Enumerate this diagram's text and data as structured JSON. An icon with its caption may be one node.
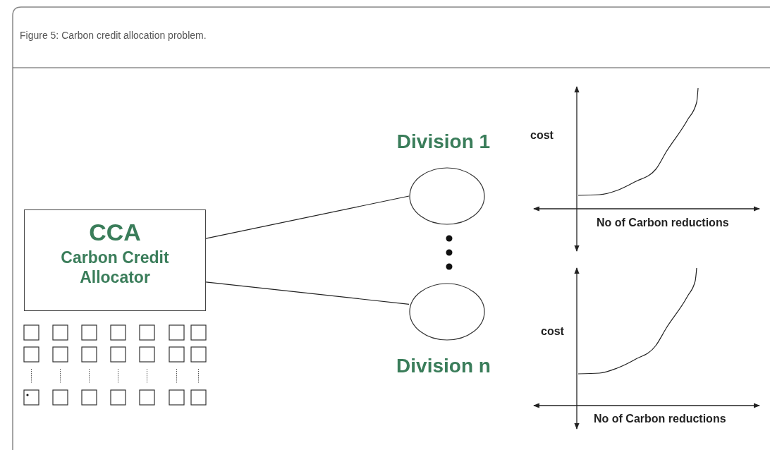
{
  "diagram": {
    "title": "Figure 5:  Carbon credit allocation problem.",
    "nodes": [
      {
        "text": [
          "CCA",
          "Carbon Credit Allocator"
        ]
      },
      {
        "text": [
          "Division 1"
        ]
      },
      {
        "text": [
          "Division n"
        ]
      }
    ],
    "edges": [
      {
        "from": 0,
        "to": 1,
        "arrow": "none"
      },
      {
        "from": 0,
        "to": 2,
        "arrow": "none"
      }
    ],
    "labels": [
      "cost",
      "No of Carbon reductions",
      "cost",
      "No of Carbon reductions"
    ]
  }
}
